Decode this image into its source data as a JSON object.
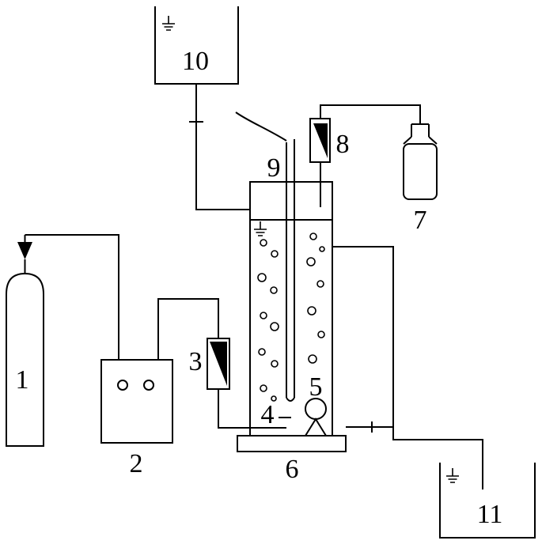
{
  "diagram": {
    "background_color": "#ffffff",
    "line_color": "#000000",
    "labels": {
      "l1": "1",
      "l2": "2",
      "l3": "3",
      "l4": "4",
      "l5": "5",
      "l6": "6",
      "l7": "7",
      "l8": "8",
      "l9": "9",
      "l10": "10",
      "l11": "11"
    }
  }
}
